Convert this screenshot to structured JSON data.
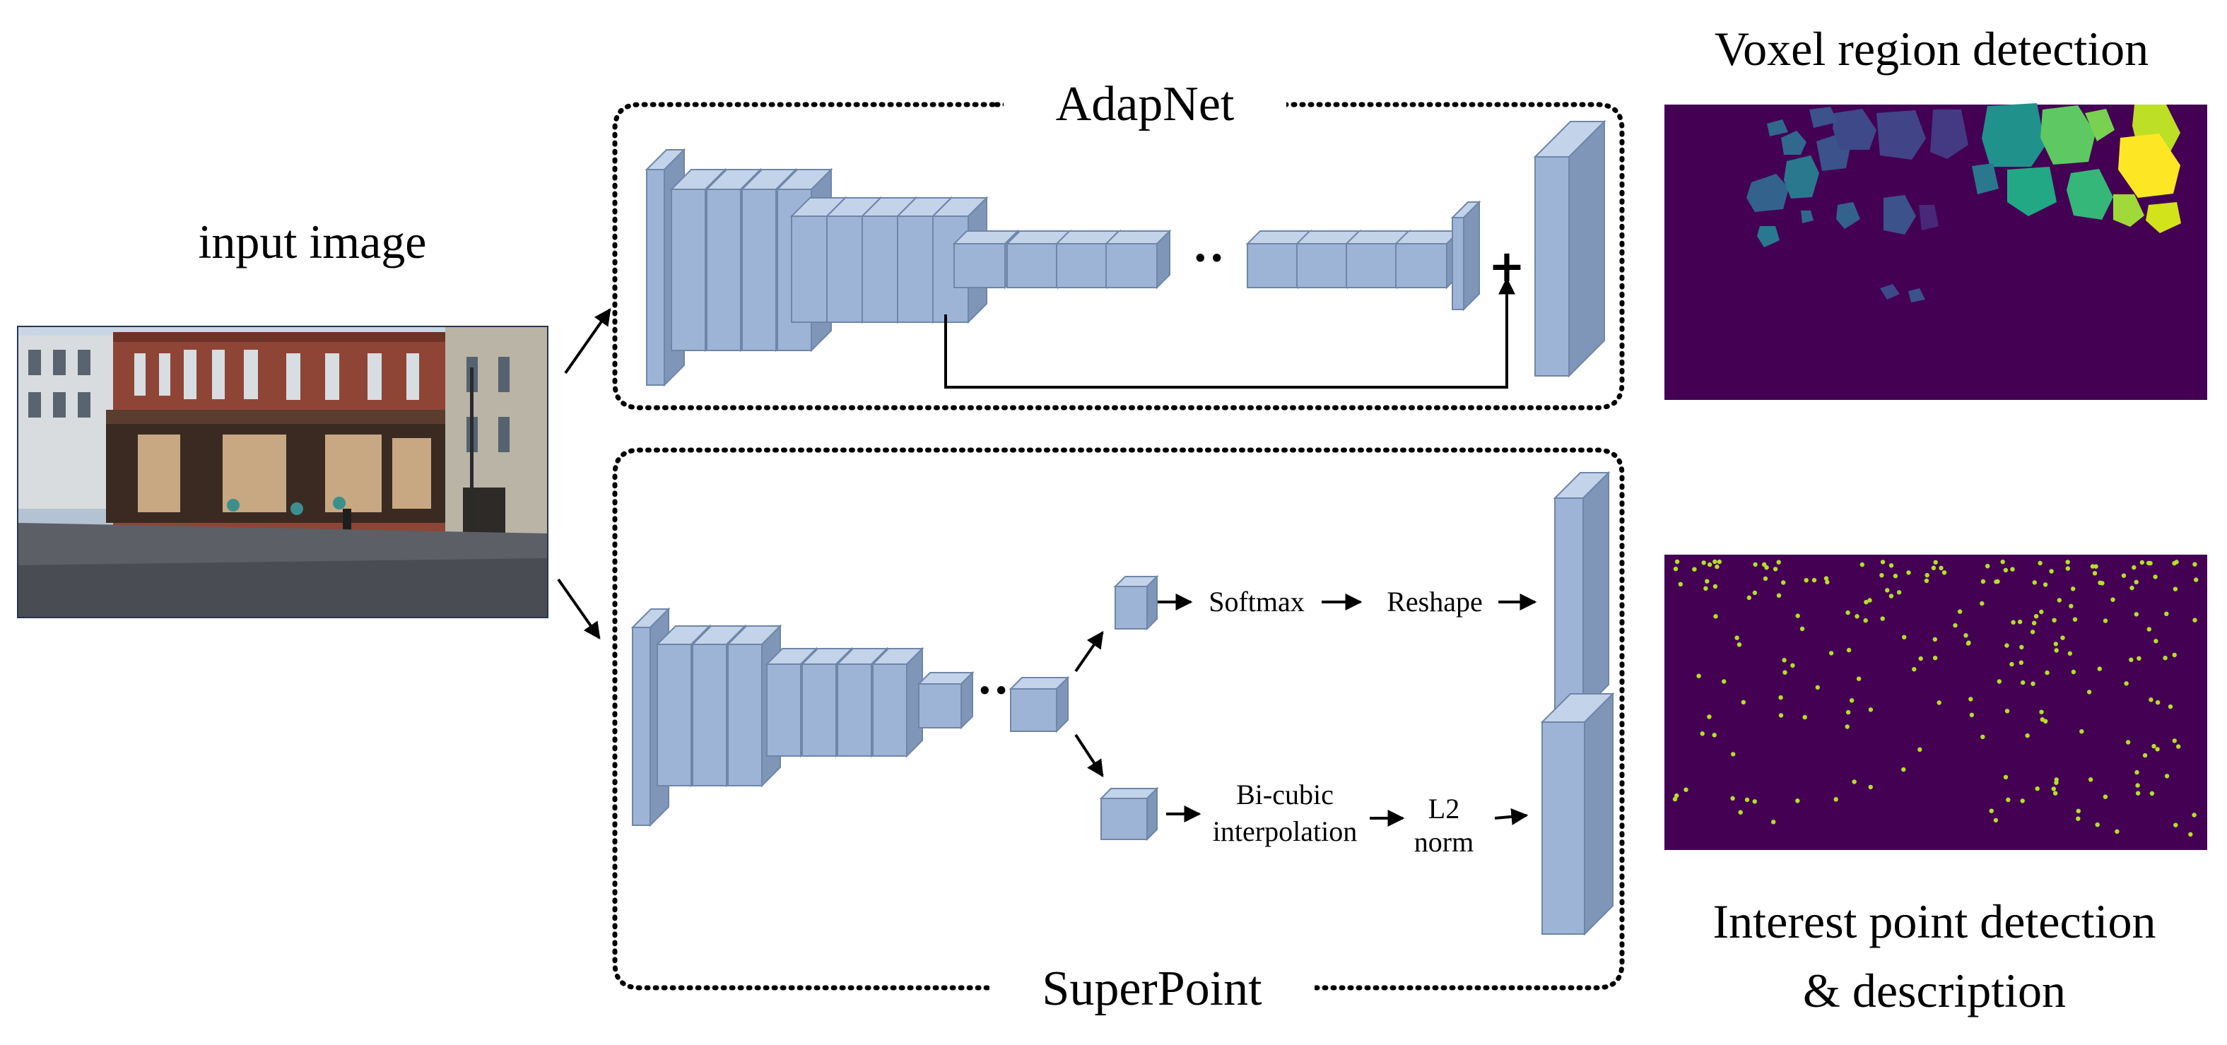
{
  "labels": {
    "input_image": "input image",
    "adapnet": "AdapNet",
    "superpoint": "SuperPoint",
    "voxel_region_detection": "Voxel region detection",
    "interest_point_line1": "Interest point detection",
    "interest_point_line2": "& description",
    "plus": "+",
    "dots_top": "··",
    "dots_bottom": "··"
  },
  "superpoint_heads": {
    "detector": {
      "step1": "Softmax",
      "step2": "Reshape"
    },
    "descriptor": {
      "step1_line1": "Bi-cubic",
      "step1_line2": "interpolation",
      "step2_line1": "L2",
      "step2_line2": "norm"
    }
  },
  "colors": {
    "block_front": "#9db4d6",
    "block_side": "#7f96b8",
    "block_top": "#c3d3ea",
    "block_edge": "#6f86a8",
    "map_background": "#440154",
    "keypoint": "#b5de2b"
  }
}
